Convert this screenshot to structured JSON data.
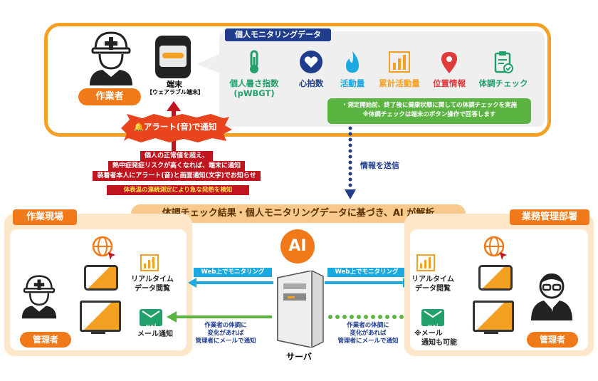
{
  "top": {
    "worker_label": "作業者",
    "device_label": "端末",
    "device_sub": "【ウェアラブル端末】",
    "device_brand": "",
    "panel_title": "個人モニタリングデータ",
    "data_items": [
      {
        "label": "個人暑さ指数\n(pWBGT)",
        "color": "#22a06b",
        "icon": "thermometer-icon"
      },
      {
        "label": "心拍数",
        "color": "#1f3d8c",
        "icon": "heart-icon"
      },
      {
        "label": "活動量",
        "color": "#1aa9e0",
        "icon": "flame-icon"
      },
      {
        "label": "累計活動量",
        "color": "#f4a023",
        "icon": "bar-chart-icon"
      },
      {
        "label": "位置情報",
        "color": "#e03a3a",
        "icon": "map-pin-icon"
      },
      {
        "label": "体調チェック",
        "color": "#22a06b",
        "icon": "clipboard-check-icon"
      }
    ],
    "check_note_1": "・測定開始前、終了後に健康状態に関しての体調チェックを実施",
    "check_note_2": "※体調チェックは端末のボタン操作で回答します"
  },
  "alert": {
    "badge": "アラート(音)で通知",
    "lines": [
      "個人の正常値を超え、",
      "熱中症発症リスクが高くなれば、端末に通知",
      "装着者本人にアラート(音)と画面通知(文字)でお知らせ"
    ],
    "note": "体表温の連続測定により急な発熱を検知"
  },
  "send_label": "情報を送信",
  "ai_banner": "体調チェック結果・個人モニタリングデータに基づき、AI が解析",
  "ai_label": "AI",
  "server_label": "サーバ",
  "left": {
    "title": "作業現場",
    "manager": "管理者",
    "realtime": "リアルタイム\nデータ閲覧",
    "mail": "メール通知",
    "mail_icon_text": "mail"
  },
  "right": {
    "title": "業務管理部署",
    "manager": "管理者",
    "realtime": "リアルタイム\nデータ閲覧",
    "mail": "※メール\n　通知も可能",
    "mail_icon_text": "mail"
  },
  "arrows": {
    "web_left": "Web上でモニタリング",
    "web_right": "Web上でモニタリング",
    "mail_left": "作業者の体調に\n変化があれば\n管理者にメールで通知",
    "mail_right": "作業者の体調に\n変化があれば\n管理者にメールで通知"
  },
  "colors": {
    "orange": "#f4a023",
    "deep_orange": "#f07a1a",
    "navy": "#1f3d8c",
    "blue": "#1aa9e0",
    "green": "#5bb342",
    "red": "#e03a3a"
  }
}
